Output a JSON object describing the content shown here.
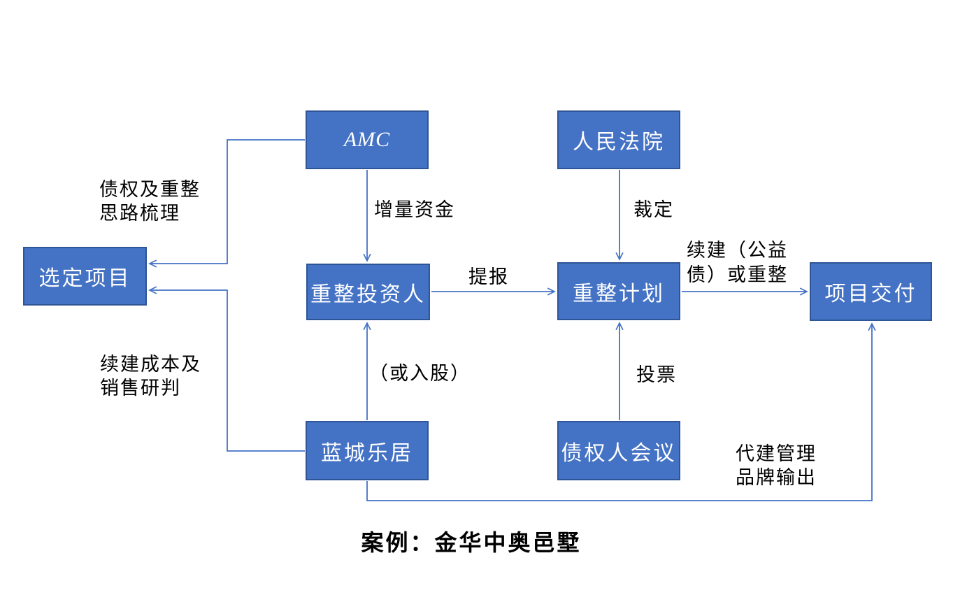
{
  "colors": {
    "node_fill": "#4472C4",
    "node_border": "#2F5597",
    "connector": "#4472C4",
    "node_text": "#FFFFFF",
    "label_text": "#000000"
  },
  "nodes": {
    "amc": "AMC",
    "court": "人民法院",
    "selected_project": "选定项目",
    "investor": "重整投资人",
    "plan": "重整计划",
    "delivery": "项目交付",
    "bluetown": "蓝城乐居",
    "creditors": "债权人会议"
  },
  "edge_labels": {
    "amc_to_selected": {
      "lines": [
        "债权及重整",
        "思路梳理"
      ]
    },
    "amc_to_investor": "增量资金",
    "court_to_plan": "裁定",
    "investor_to_plan": "提报",
    "plan_to_delivery": {
      "lines": [
        "续建（公益",
        "债）或重整"
      ]
    },
    "bluetown_to_investor": "（或入股）",
    "creditors_to_plan": "投票",
    "bluetown_to_selected": {
      "lines": [
        "续建成本及",
        "销售研判"
      ]
    },
    "bluetown_to_delivery": {
      "lines": [
        "代建管理",
        "品牌输出"
      ]
    }
  },
  "caption": "案例：金华中奥邑墅"
}
